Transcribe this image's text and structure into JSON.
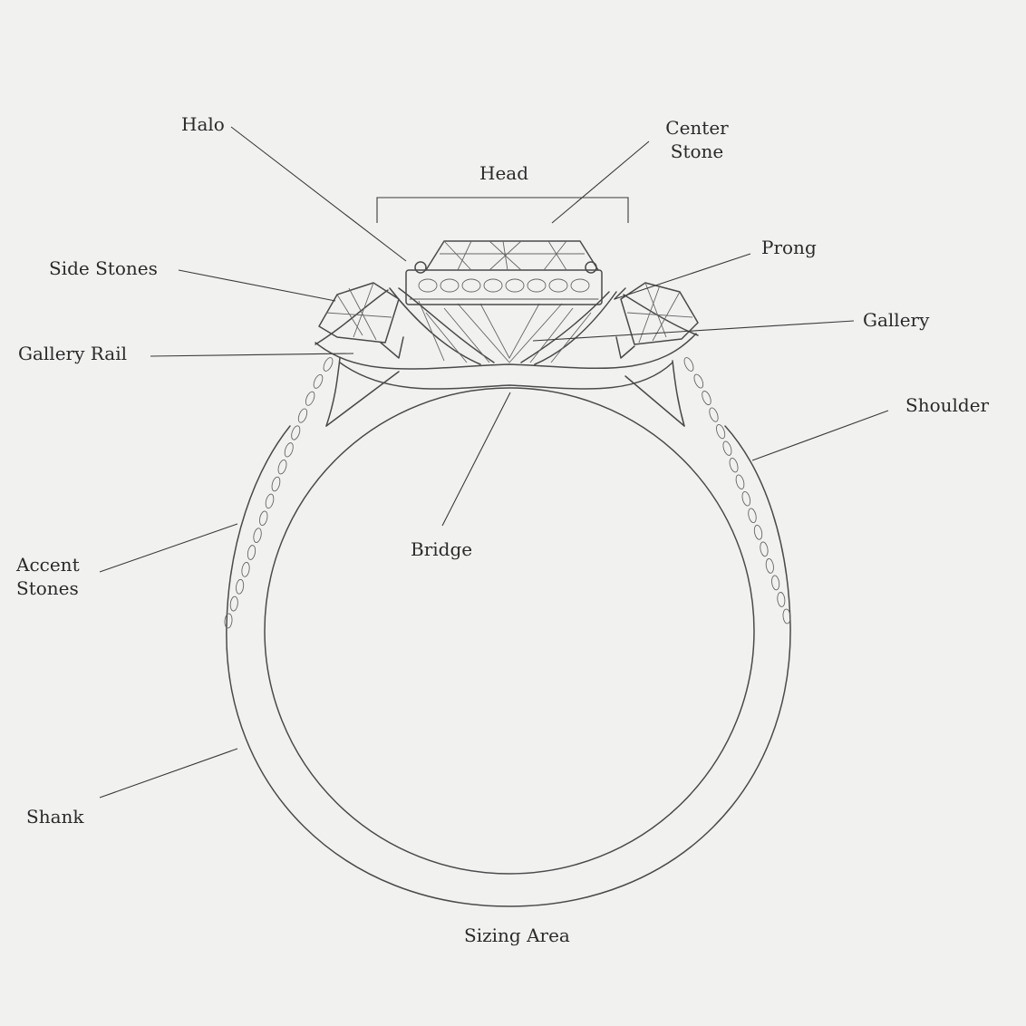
{
  "labels": {
    "halo": "Halo",
    "center_stone": "Center\nStone",
    "head": "Head",
    "prong": "Prong",
    "side_stones": "Side Stones",
    "gallery": "Gallery",
    "gallery_rail": "Gallery Rail",
    "shoulder": "Shoulder",
    "bridge": "Bridge",
    "accent_stones": "Accent\nStones",
    "shank": "Shank",
    "sizing_area": "Sizing Area"
  },
  "colors": {
    "paper": "#f1f1f0",
    "pencil": "#4a4a4a",
    "text": "#2a2a2a"
  }
}
